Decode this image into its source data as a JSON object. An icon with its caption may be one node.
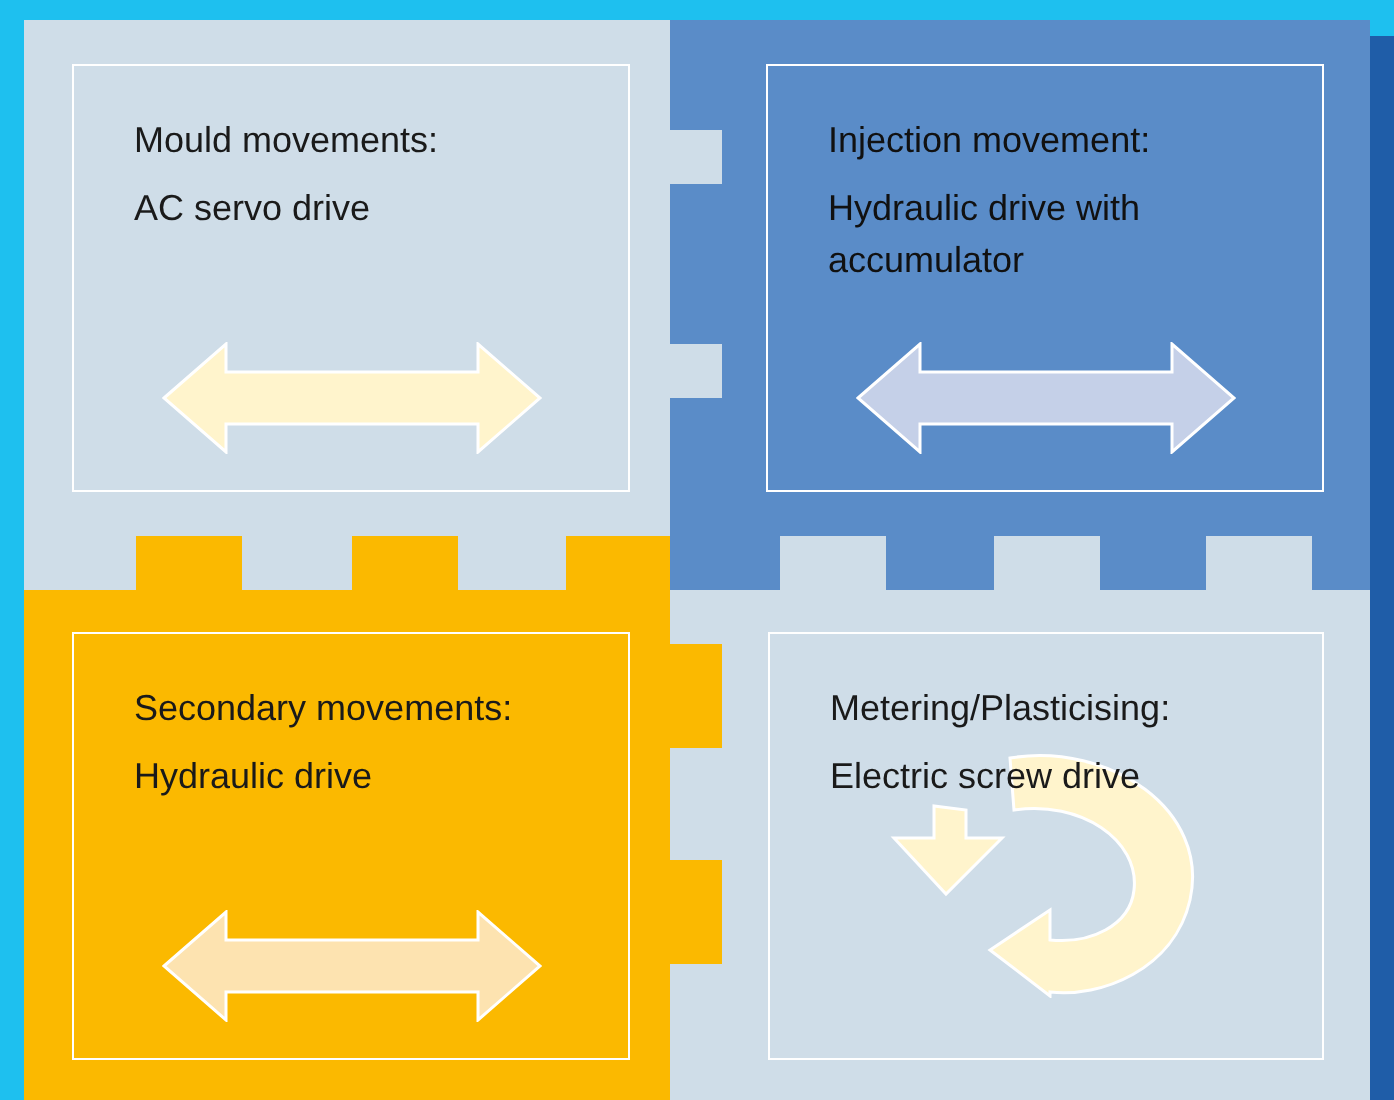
{
  "diagram": {
    "nodes": [
      {
        "text": [
          "Mould movements:",
          "AC servo drive"
        ]
      },
      {
        "text": [
          "Injection movement:",
          "Hydraulic drive with accumulator"
        ]
      },
      {
        "text": [
          "Secondary movements:",
          "Hydraulic drive"
        ]
      },
      {
        "text": [
          "Metering/Plasticising:",
          "Electric screw drive"
        ]
      }
    ]
  }
}
